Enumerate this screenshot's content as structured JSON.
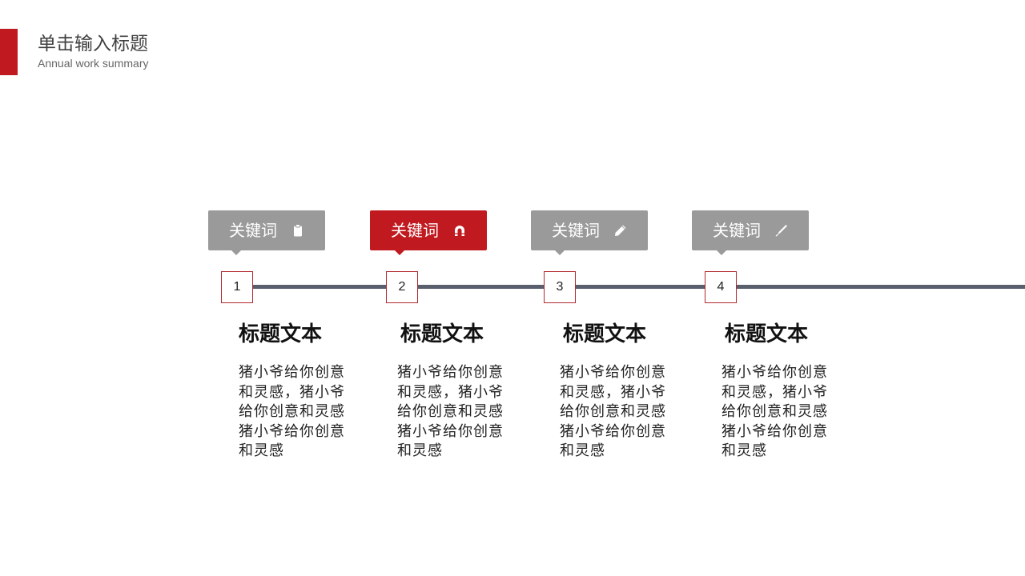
{
  "header": {
    "title": "单击输入标题",
    "subtitle": "Annual work summary"
  },
  "colors": {
    "accent": "#c0191f",
    "callout_inactive": "#9a9a9a",
    "callout_active": "#c0191f",
    "timeline": "#5a5f6e"
  },
  "steps": [
    {
      "number": "1",
      "keyword": "关键词",
      "icon": "clipboard-icon",
      "active": false,
      "title": "标题文本",
      "body": "猪小爷给你创意和灵感，猪小爷给你创意和灵感猪小爷给你创意和灵感"
    },
    {
      "number": "2",
      "keyword": "关键词",
      "icon": "magnet-icon",
      "active": true,
      "title": "标题文本",
      "body": "猪小爷给你创意和灵感，猪小爷给你创意和灵感猪小爷给你创意和灵感"
    },
    {
      "number": "3",
      "keyword": "关键词",
      "icon": "pencil-icon",
      "active": false,
      "title": "标题文本",
      "body": "猪小爷给你创意和灵感，猪小爷给你创意和灵感猪小爷给你创意和灵感"
    },
    {
      "number": "4",
      "keyword": "关键词",
      "icon": "pen-icon",
      "active": false,
      "title": "标题文本",
      "body": "猪小爷给你创意和灵感，猪小爷给你创意和灵感猪小爷给你创意和灵感"
    }
  ]
}
